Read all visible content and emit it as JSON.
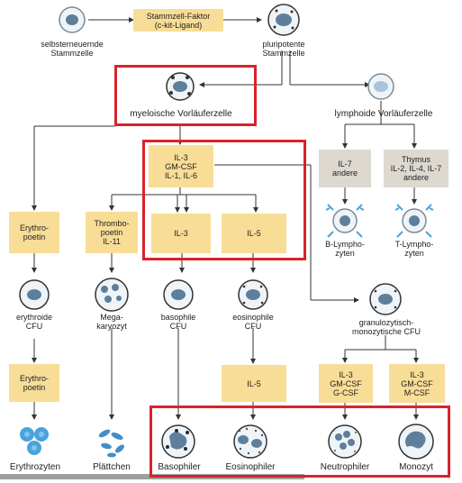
{
  "factors": {
    "stem_cell_factor": "Stammzell-Faktor\n(c-kit-Ligand)",
    "il3_gmcsf_il1_il6": "IL-3\nGM-CSF\nIL-1, IL-6",
    "erythropoetin_1": "Erythro-\npoetin",
    "thrombopoetin": "Thrombo-\npoetin\nIL-11",
    "il3": "IL-3",
    "il5_top": "IL-5",
    "il7": "IL-7\nandere",
    "thymus": "Thymus\nIL-2, IL-4, IL-7\nandere",
    "erythropoetin_2": "Erythro-\npoetin",
    "il5_bottom": "IL-5",
    "il3_gcsf": "IL-3\nGM-CSF\nG-CSF",
    "il3_mcsf": "IL-3\nGM-CSF\nM-CSF"
  },
  "cells": {
    "self_renewing": "selbsterneuernde\nStammzelle",
    "pluripotent": "pluripotente\nStammzelle",
    "myeloid_progenitor": "myeloische Vorläuferzelle",
    "lymphoid_progenitor": "lymphoide Vorläuferzelle",
    "b_lymphocytes": "B-Lympho-\nzyten",
    "t_lymphocytes": "T-Lympho-\nzyten",
    "erythroid_cfu": "erythroide\nCFU",
    "megakaryocyte": "Mega-\nkaryozyt",
    "basophil_cfu": "basophile\nCFU",
    "eosinophil_cfu": "eosinophile\nCFU",
    "granulo_mono_cfu": "granulozytisch-\nmonozytische CFU",
    "erythrocytes": "Erythrozyten",
    "platelets": "Plättchen",
    "basophils": "Basophiler",
    "eosinophils": "Eosinophiler",
    "neutrophils": "Neutrophiler",
    "monocyte": "Monozyt"
  },
  "colors": {
    "factor_box": "#f8dd96",
    "thymus_box": "#ddd8d0",
    "highlight": "#d9232b",
    "cell_outline": "#7a8a96",
    "cell_fill": "#eef4f8",
    "nucleus": "#5e7f9c",
    "erythrocyte": "#4aa3dc",
    "platelet": "#3f8fc8"
  },
  "icons": {
    "stem_cell": "round-cell-icon",
    "lymphocyte": "lymphocyte-receptor-icon",
    "megakaryocyte": "multi-nucleus-cell-icon",
    "granulocyte": "granular-cell-icon",
    "monocyte": "kidney-nucleus-cell-icon",
    "erythrocyte": "red-blood-cell-icon",
    "platelet": "platelet-fragment-icon"
  }
}
